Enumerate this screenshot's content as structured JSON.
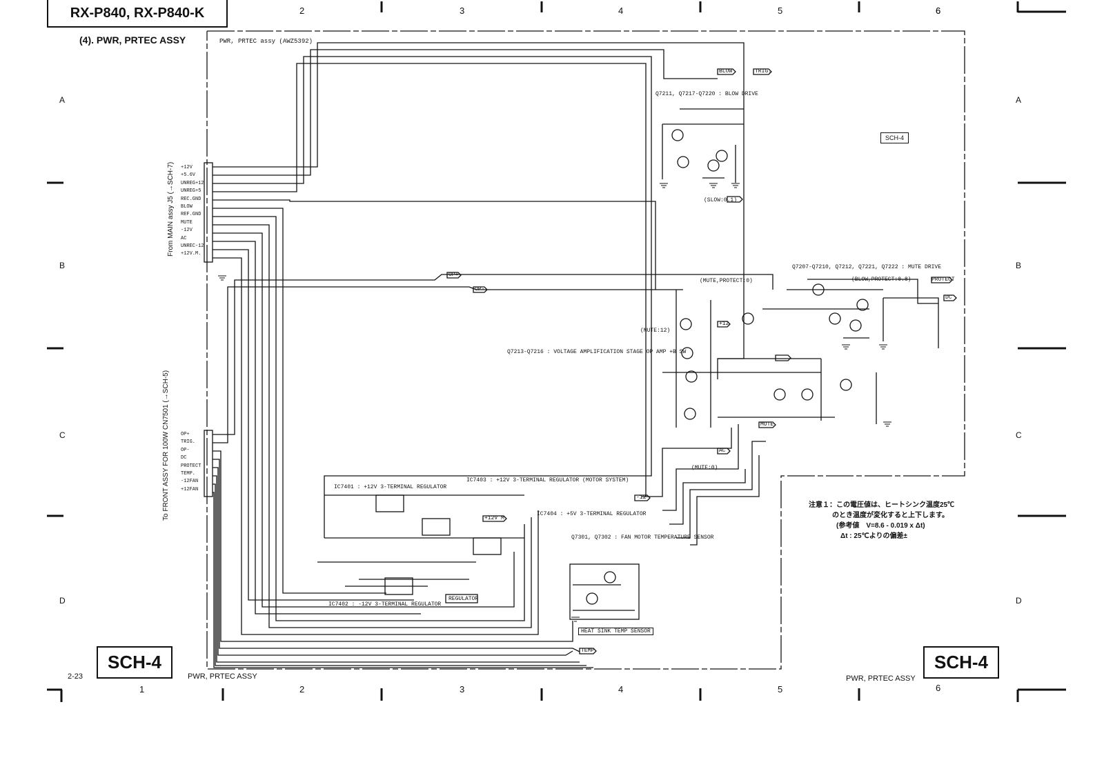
{
  "header": {
    "model": "RX-P840, RX-P840-K",
    "section_title": "(4). PWR, PRTEC ASSY",
    "assy_label": "PWR, PRTEC assy (AWZ5392)"
  },
  "grid": {
    "columns": [
      "1",
      "2",
      "3",
      "4",
      "5",
      "6"
    ],
    "rows": [
      "A",
      "B",
      "C",
      "D"
    ]
  },
  "sheet": {
    "sch_label": "SCH-4",
    "page": "2-23",
    "footer_left": "PWR, PRTEC ASSY",
    "footer_right": "PWR, PRTEC ASSY"
  },
  "connectors": {
    "main": {
      "title": "From MAIN assy J5 (→SCH-7)",
      "pins": [
        "+12V",
        "+5.6V",
        "UNREG+12",
        "UNREG+5",
        "REC.GND",
        "BLOW",
        "REF.GND",
        "MUTE",
        "-12V",
        "AC",
        "UNREC-12",
        "+12V.M."
      ]
    },
    "front": {
      "title": "To FRONT ASSY FOR 100W CN7501 (→SCH-5)",
      "pins": [
        "OP+",
        "TRIG.",
        "OP-",
        "DC",
        "PROTECT",
        "TEMP.",
        "-12FAN",
        "+12FAN"
      ]
    }
  },
  "blocks": {
    "blow_drive": "Q7211, Q7217-Q7220 : BLOW DRIVE",
    "mute_drive": "Q7207-Q7210, Q7212, Q7221, Q7222 : MUTE DRIVE",
    "voltage_amp": "Q7213-Q7216 : VOLTAGE AMPLIFICATION STAGE OP AMP +B SW",
    "ic7403": "IC7403 : +12V 3-TERMINAL REGULATOR (MOTOR SYSTEM)",
    "ic7401": "IC7401 : +12V 3-TERMINAL REGULATOR",
    "ic7404": "IC7404 : +5V 3-TERMINAL REGULATOR",
    "ic7402": "IC7402 : -12V 3-TERMINAL REGULATOR",
    "fan_sensor": "Q7301, Q7302 : FAN MOTOR TEMPERATURE SENSOR",
    "regulator": "REGULATOR",
    "heat_sink": "HEAT SINK TEMP SENSOR"
  },
  "net_labels": [
    "BLOW",
    "TRIG.",
    "OP+",
    "OP-",
    "PROTECT",
    "DC",
    "MUTE",
    "AC",
    "-12",
    "+12",
    "+12V M",
    "TEMP",
    "(SLOW:0.1)",
    "(MUTE,PROTECT:0)",
    "(BLOW,PROTECT:0.8)",
    "(MUTE:12)",
    "(MUTE:0)"
  ],
  "note": {
    "line1": "注意１：この電圧値は、ヒートシンク温度25℃",
    "line2": "のとき温度が変化すると上下します。",
    "line3": "(参考値　V=8.6 - 0.019 x Δt)",
    "line4": "Δt : 25℃よりの偏差±"
  }
}
